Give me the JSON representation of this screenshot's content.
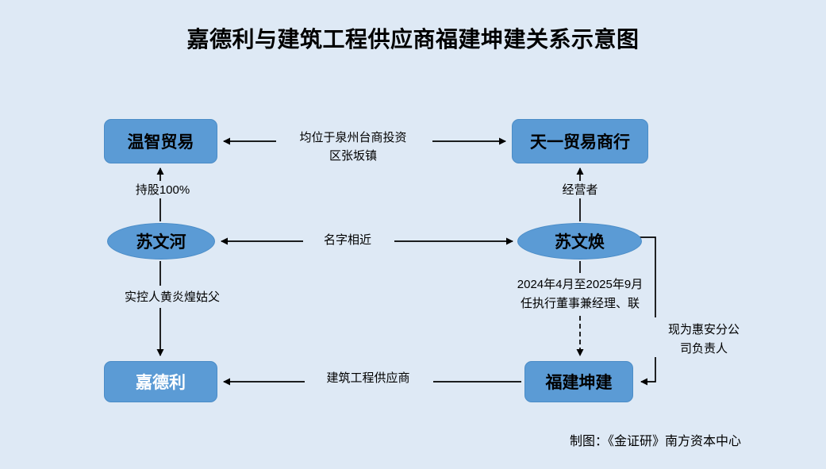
{
  "title": "嘉德利与建筑工程供应商福建坤建关系示意图",
  "footer": "制图：《金证研》南方资本中心",
  "colors": {
    "background": "#dee9f5",
    "node_fill": "#5b9bd5",
    "node_border": "#4a8cc7",
    "text": "#000000",
    "node_text_alt": "#ffffff",
    "connector": "#000000"
  },
  "nodes": [
    {
      "id": "wenzhi",
      "label": "温智贸易",
      "shape": "rect"
    },
    {
      "id": "tianyi",
      "label": "天一贸易商行",
      "shape": "rect"
    },
    {
      "id": "suwenhe",
      "label": "苏文河",
      "shape": "ellipse"
    },
    {
      "id": "suwenhuan",
      "label": "苏文焕",
      "shape": "ellipse"
    },
    {
      "id": "jiadeli",
      "label": "嘉德利",
      "shape": "rect"
    },
    {
      "id": "fujian",
      "label": "福建坤建",
      "shape": "rect"
    }
  ],
  "connectors": [
    {
      "id": "topmid",
      "from": "wenzhi",
      "to": "tianyi",
      "label_line1": "均位于泉州台商投资",
      "label_line2": "区张坂镇",
      "style": "solid",
      "arrows": "both",
      "orientation": "horizontal"
    },
    {
      "id": "hold",
      "from": "suwenhe",
      "to": "wenzhi",
      "label_line1": "持股100%",
      "style": "solid",
      "arrows": "up",
      "orientation": "vertical"
    },
    {
      "id": "operator",
      "from": "suwenhuan",
      "to": "tianyi",
      "label_line1": "经营者",
      "style": "solid",
      "arrows": "up",
      "orientation": "vertical"
    },
    {
      "id": "similar",
      "from": "suwenhe",
      "to": "suwenhuan",
      "label_line1": "名字相近",
      "style": "solid",
      "arrows": "both",
      "orientation": "horizontal"
    },
    {
      "id": "uncle",
      "from": "suwenhe",
      "to": "jiadeli",
      "label_line1": "实控人黄炎煌姑父",
      "style": "solid",
      "arrows": "down",
      "orientation": "vertical"
    },
    {
      "id": "director",
      "from": "suwenhuan",
      "to": "fujian",
      "label_line1": "2024年4月至2025年9月",
      "label_line2": "任执行董事兼经理、联",
      "style": "dashed",
      "arrows": "down",
      "orientation": "vertical"
    },
    {
      "id": "branch",
      "from": "suwenhuan",
      "to": "fujian",
      "label_line1": "现为惠安分公",
      "label_line2": "司负责人",
      "style": "solid",
      "arrows": "left",
      "orientation": "elbow"
    },
    {
      "id": "supplier",
      "from": "fujian",
      "to": "jiadeli",
      "label_line1": "建筑工程供应商",
      "style": "solid",
      "arrows": "left",
      "orientation": "horizontal"
    }
  ]
}
